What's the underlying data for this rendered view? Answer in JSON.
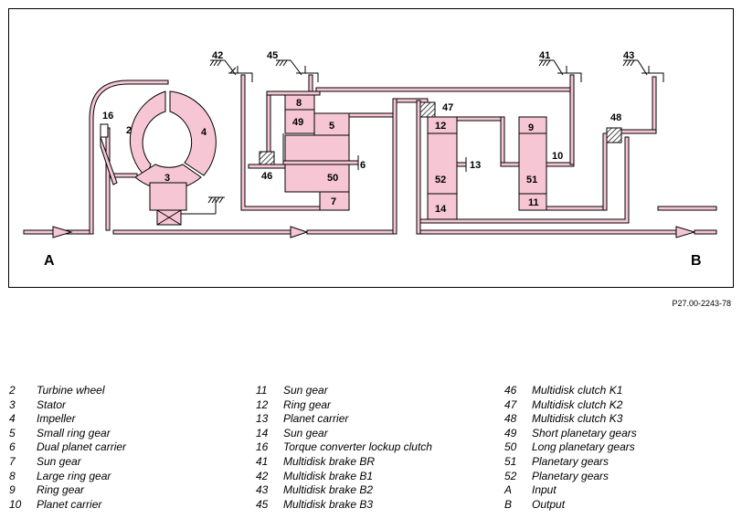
{
  "labels": {
    "c2": "2",
    "c3": "3",
    "c4": "4",
    "c16": "16",
    "c42": "42",
    "c45": "45",
    "c8": "8",
    "c49": "49",
    "c5": "5",
    "c50": "50",
    "c6": "6",
    "c7": "7",
    "c46": "46",
    "c47": "47",
    "c12": "12",
    "c52": "52",
    "c13": "13",
    "c14": "14",
    "c41": "41",
    "c9": "9",
    "c10": "10",
    "c51": "51",
    "c11": "11",
    "c43": "43",
    "c48": "48",
    "inA": "A",
    "outB": "B"
  },
  "reference": "P27.00-2243-78",
  "legend": {
    "col1": [
      {
        "n": "2",
        "t": "Turbine wheel"
      },
      {
        "n": "3",
        "t": "Stator"
      },
      {
        "n": "4",
        "t": "Impeller"
      },
      {
        "n": "5",
        "t": "Small ring gear"
      },
      {
        "n": "6",
        "t": "Dual planet carrier"
      },
      {
        "n": "7",
        "t": "Sun gear"
      },
      {
        "n": "8",
        "t": "Large ring gear"
      },
      {
        "n": "9",
        "t": "Ring gear"
      },
      {
        "n": "10",
        "t": "Planet carrier"
      }
    ],
    "col2": [
      {
        "n": "11",
        "t": "Sun gear"
      },
      {
        "n": "12",
        "t": "Ring gear"
      },
      {
        "n": "13",
        "t": "Planet carrier"
      },
      {
        "n": "14",
        "t": "Sun gear"
      },
      {
        "n": "16",
        "t": "Torque converter lockup clutch"
      },
      {
        "n": "41",
        "t": "Multidisk brake BR"
      },
      {
        "n": "42",
        "t": "Multidisk brake B1"
      },
      {
        "n": "43",
        "t": "Multidisk brake B2"
      },
      {
        "n": "45",
        "t": "Multidisk brake B3"
      }
    ],
    "col3": [
      {
        "n": "46",
        "t": "Multidisk clutch K1"
      },
      {
        "n": "47",
        "t": "Multidisk clutch K2"
      },
      {
        "n": "48",
        "t": "Multidisk clutch K3"
      },
      {
        "n": "49",
        "t": "Short planetary gears"
      },
      {
        "n": "50",
        "t": "Long planetary gears"
      },
      {
        "n": "51",
        "t": "Planetary gears"
      },
      {
        "n": "52",
        "t": "Planetary gears"
      },
      {
        "n": "A",
        "t": "Input"
      },
      {
        "n": "B",
        "t": "Output"
      }
    ]
  },
  "colors": {
    "pink": "#f6c6d4",
    "line": "#000000"
  }
}
